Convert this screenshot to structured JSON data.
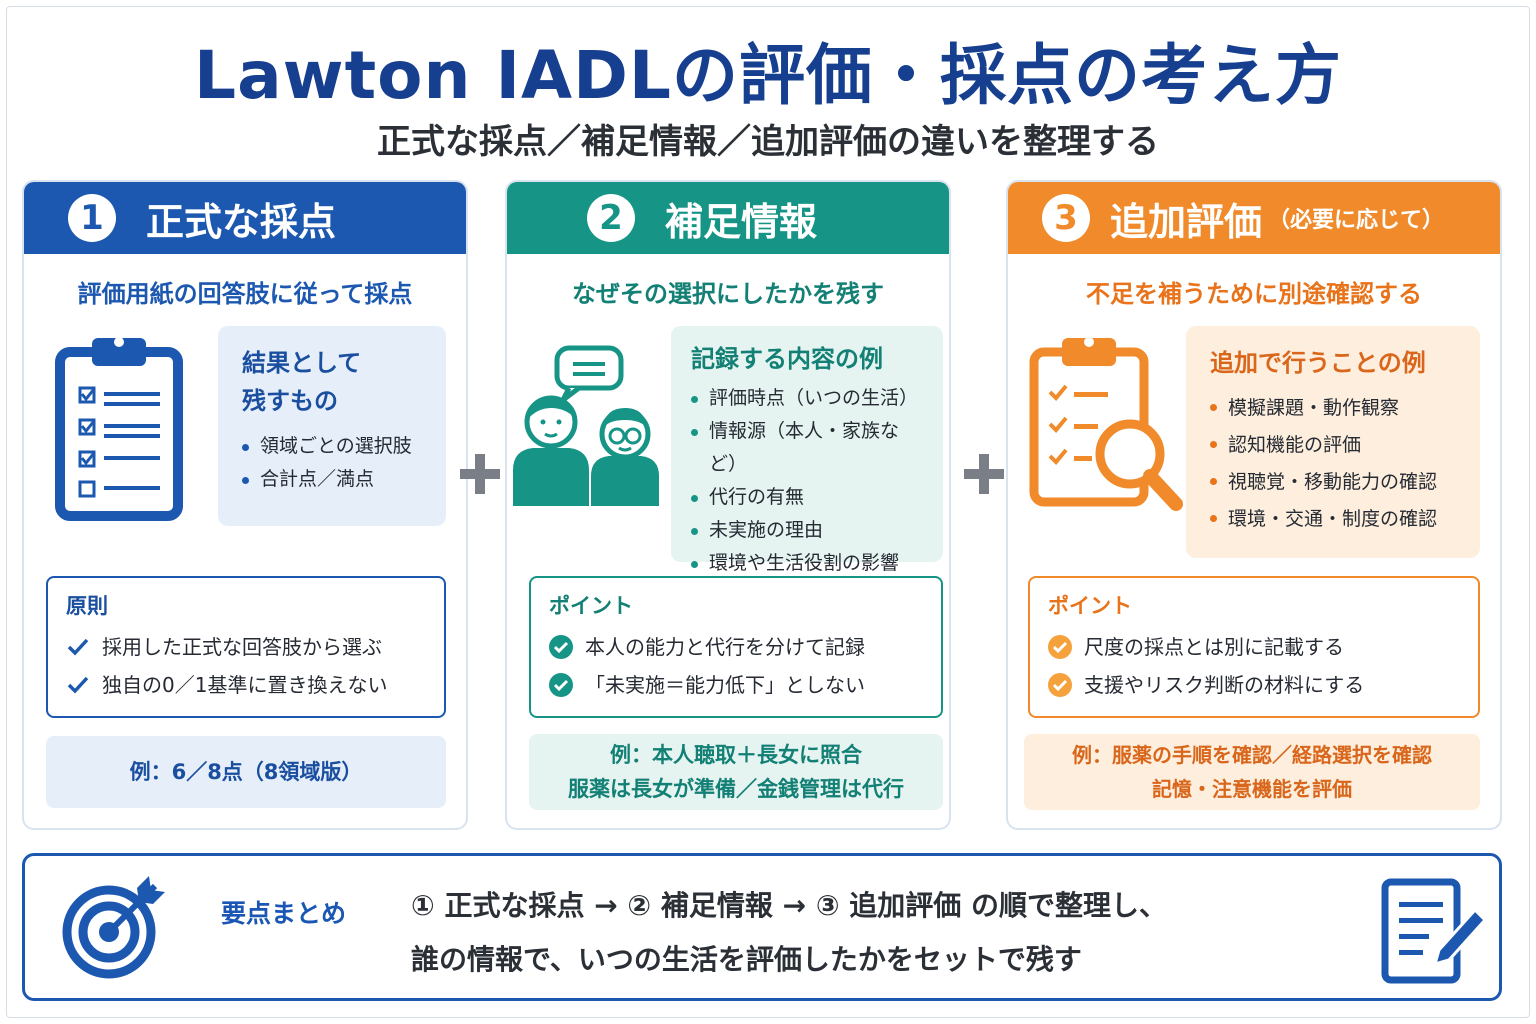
{
  "title": "Lawton IADLの評価・採点の考え方",
  "subtitle": "正式な採点／補足情報／追加評価の違いを整理する",
  "colors": {
    "blue": "#1d58b0",
    "teal": "#169486",
    "orange": "#f08a2a",
    "navy": "#163f8f"
  },
  "cards": [
    {
      "number": "1",
      "title": "正式な採点",
      "title_small": "",
      "subtitle": "評価用紙の回答肢に従って採点",
      "icon": "clipboard-checklist-icon",
      "box_title_line1": "結果として",
      "box_title_line2": "残すもの",
      "box_items": [
        "領域ごとの選択肢",
        "合計点／満点"
      ],
      "point_title": "原則",
      "point_items": [
        "採用した正式な回答肢から選ぶ",
        "独自の0／1基準に置き換えない"
      ],
      "example_line1": "例：6／8点（8領域版）",
      "example_line2": ""
    },
    {
      "number": "2",
      "title": "補足情報",
      "title_small": "",
      "subtitle": "なぜその選択にしたかを残す",
      "icon": "people-conversation-icon",
      "box_title_line1": "記録する内容の例",
      "box_title_line2": "",
      "box_items": [
        "評価時点（いつの生活）",
        "情報源（本人・家族など）",
        "代行の有無",
        "未実施の理由",
        "環境や生活役割の影響"
      ],
      "point_title": "ポイント",
      "point_items": [
        "本人の能力と代行を分けて記録",
        "「未実施＝能力低下」としない"
      ],
      "example_line1": "例：本人聴取＋長女に照合",
      "example_line2": "服薬は長女が準備／金銭管理は代行"
    },
    {
      "number": "3",
      "title": "追加評価",
      "title_small": "（必要に応じて）",
      "subtitle": "不足を補うために別途確認する",
      "icon": "clipboard-magnifier-icon",
      "box_title_line1": "追加で行うことの例",
      "box_title_line2": "",
      "box_items": [
        "模擬課題・動作観察",
        "認知機能の評価",
        "視聴覚・移動能力の確認",
        "環境・交通・制度の確認"
      ],
      "point_title": "ポイント",
      "point_items": [
        "尺度の採点とは別に記載する",
        "支援やリスク判断の材料にする"
      ],
      "example_line1": "例：服薬の手順を確認／経路選択を確認",
      "example_line2": "記憶・注意機能を評価"
    }
  ],
  "summary": {
    "label": "要点まとめ",
    "line1": "① 正式な採点 → ② 補足情報 → ③ 追加評価 の順で整理し、",
    "line2": "誰の情報で、いつの生活を評価したかをセットで残す",
    "left_icon": "target-arrow-icon",
    "right_icon": "document-pencil-icon"
  }
}
